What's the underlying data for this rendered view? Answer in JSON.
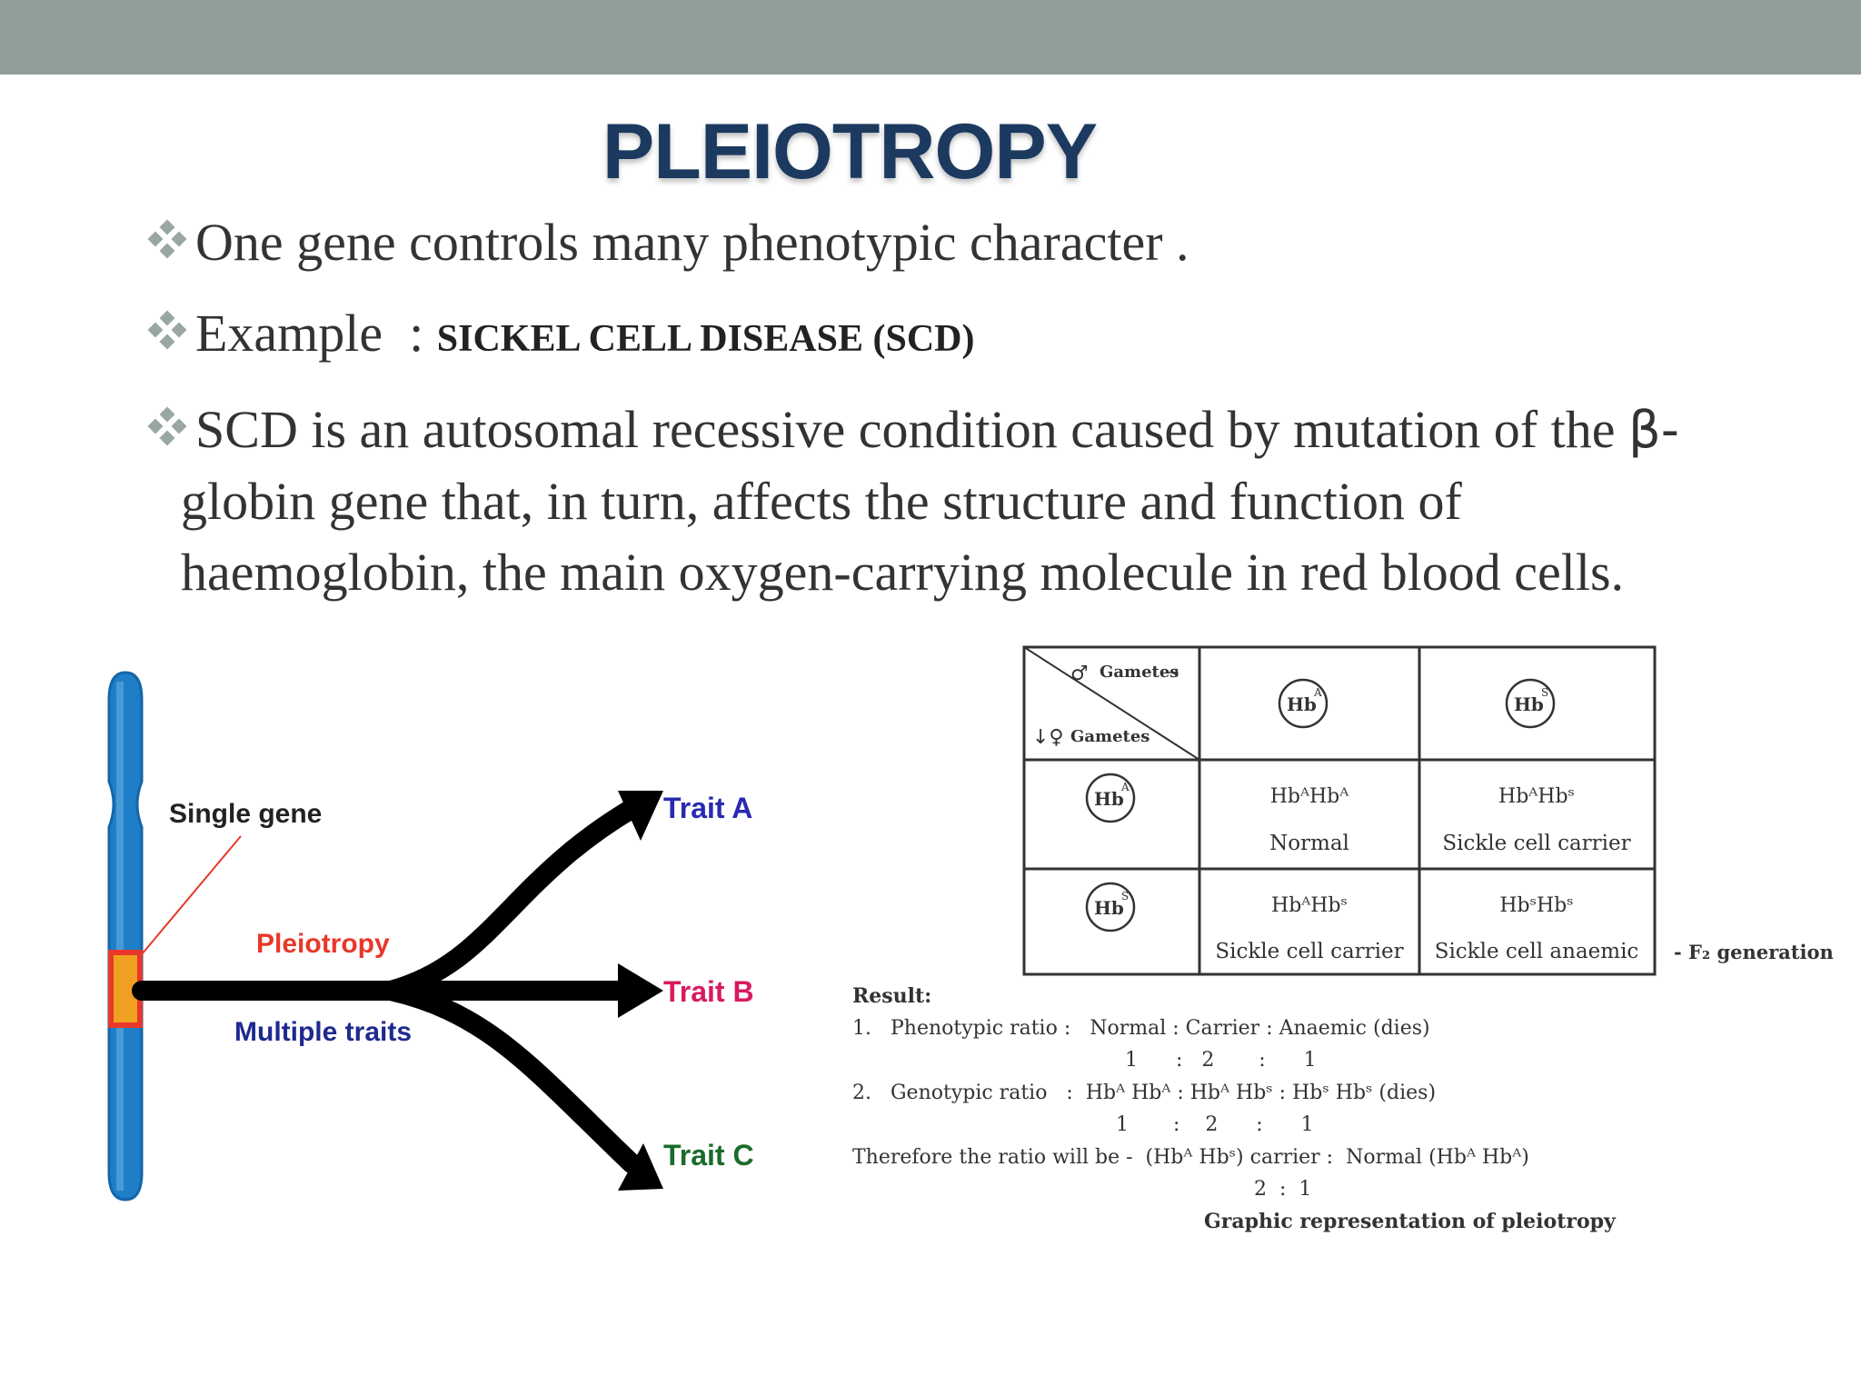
{
  "title": "PLEIOTROPY",
  "bullets": {
    "b1": "One gene controls many phenotypic character .",
    "b2_main": "Example  : ",
    "b2_caps": "SICKEL CELL DISEASE (SCD)",
    "b3_l1": "SCD is an autosomal recessive condition caused by mutation of the ",
    "b3_beta": "β-",
    "b3_l2": "globin gene that, in turn, affects the structure and function of",
    "b3_l3": "haemoglobin, the main oxygen-carrying molecule in red blood cells."
  },
  "left_figure": {
    "single_gene": "Single gene",
    "pleiotropy": "Pleiotropy",
    "multiple_traits": "Multiple traits",
    "trait_a": "Trait A",
    "trait_b": "Trait B",
    "trait_c": "Trait C",
    "colors": {
      "chromosome": "#1e7fc8",
      "gene": "#e8382a",
      "arrow": "#000000",
      "trait_a": "#2a2ab0",
      "trait_b": "#d81b60",
      "trait_c": "#1b6b2a",
      "pleiotropy": "#e8382a",
      "multiple": "#1f2a8f"
    }
  },
  "punnett": {
    "male_gametes": "Gametes",
    "female_gametes": "Gametes",
    "hb": "Hb",
    "sup_a": "A",
    "sup_s": "S",
    "cell_aa": "HbᴬHbᴬ",
    "cell_as": "HbᴬHbˢ",
    "cell_sa": "HbᴬHbˢ",
    "cell_ss": "HbˢHbˢ",
    "normal": "Normal",
    "carrier": "Sickle cell carrier",
    "anaemic": "Sickle cell anaemic",
    "f2": "- F₂ generation"
  },
  "result": {
    "heading": "Result:",
    "l1": "1.   Phenotypic ratio :   Normal : Carrier : Anaemic (dies)",
    "l1r": "1      :   2       :      1",
    "l2": "2.   Genotypic ratio   :  Hbᴬ Hbᴬ : Hbᴬ Hbˢ : Hbˢ Hbˢ (dies)",
    "l2r": "1       :    2      :      1",
    "l3": "Therefore the ratio will be -  (Hbᴬ Hbˢ) carrier :  Normal (Hbᴬ Hbᴬ)",
    "l3r": "2  :  1",
    "caption": "Graphic representation of pleiotropy"
  }
}
